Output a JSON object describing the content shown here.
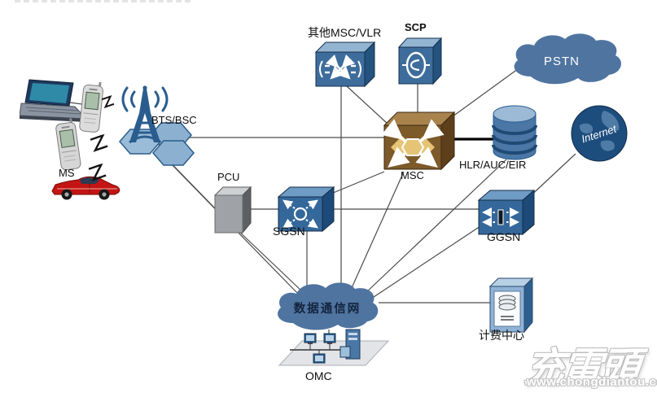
{
  "nodes": {
    "ms": {
      "label": "MS"
    },
    "bts_bsc": {
      "label": "BTS/BSC"
    },
    "other_msc_vlr": {
      "label": "其他MSC/VLR"
    },
    "scp": {
      "label": "SCP"
    },
    "pstn": {
      "label": "PSTN"
    },
    "msc": {
      "label": "MSC"
    },
    "hlr_auc_eir": {
      "label": "HLR/AUC/EIR"
    },
    "internet": {
      "label": "Internet"
    },
    "pcu": {
      "label": "PCU"
    },
    "sgsn": {
      "label": "SGSN"
    },
    "ggsn": {
      "label": "GGSN"
    },
    "data_network": {
      "label": "数据通信网"
    },
    "billing_center": {
      "label": "计费中心"
    },
    "omc": {
      "label": "OMC"
    }
  },
  "icons": {
    "laptop-icon": "laptop computer",
    "mobile-phone-icon": "flip phone",
    "car-icon": "red car terminal",
    "radio-wave-icon": "zigzag air-interface",
    "antenna-tower-icon": "BTS tower on hex cells",
    "switch-box-icon": "3D switch box",
    "scp-box-icon": "SCP node box",
    "msc-switch-icon": "gold MSC switch",
    "database-cylinder-icon": "HLR register cylinder",
    "globe-icon": "Internet globe",
    "cloud-icon": "network cloud",
    "server-tower-icon": "billing server",
    "lan-floor-icon": "OMC workstation LAN"
  },
  "connections": [
    {
      "from": "laptop",
      "to": "phone",
      "style": "normal"
    },
    {
      "from": "bts_bsc",
      "to": "msc",
      "style": "normal"
    },
    {
      "from": "bts_bsc",
      "to": "pcu",
      "style": "normal"
    },
    {
      "from": "bts_bsc",
      "to": "data_network",
      "style": "normal"
    },
    {
      "from": "pcu",
      "to": "sgsn",
      "style": "normal"
    },
    {
      "from": "pcu",
      "to": "data_network",
      "style": "normal"
    },
    {
      "from": "sgsn",
      "to": "msc",
      "style": "normal"
    },
    {
      "from": "sgsn",
      "to": "ggsn",
      "style": "normal"
    },
    {
      "from": "sgsn",
      "to": "data_network",
      "style": "normal"
    },
    {
      "from": "other_msc_vlr",
      "to": "msc",
      "style": "normal"
    },
    {
      "from": "other_msc_vlr",
      "to": "data_network",
      "style": "normal"
    },
    {
      "from": "scp",
      "to": "msc",
      "style": "normal"
    },
    {
      "from": "pstn",
      "to": "msc",
      "style": "normal"
    },
    {
      "from": "msc",
      "to": "hlr_auc_eir",
      "style": "thick"
    },
    {
      "from": "msc",
      "to": "data_network",
      "style": "normal"
    },
    {
      "from": "hlr_auc_eir",
      "to": "data_network",
      "style": "normal"
    },
    {
      "from": "ggsn",
      "to": "data_network",
      "style": "normal"
    },
    {
      "from": "ggsn",
      "to": "internet",
      "style": "normal"
    },
    {
      "from": "data_network",
      "to": "billing_center",
      "style": "normal"
    },
    {
      "from": "data_network",
      "to": "omc",
      "style": "normal"
    }
  ],
  "watermark": {
    "brand": "充電頭",
    "url": "www.chongdiantou.com"
  },
  "colors": {
    "box_blue_front": "#3e6d9c",
    "box_blue_top": "#93b5d2",
    "box_blue_side": "#24537f",
    "msc_gold_front": "#7d5a2a",
    "cloud_blue": "#4f74a0",
    "hex_cell": "#8cb0d0",
    "tower_blue": "#2a5d8e",
    "line": "#4a4a4a",
    "thick_link": "#000000"
  }
}
